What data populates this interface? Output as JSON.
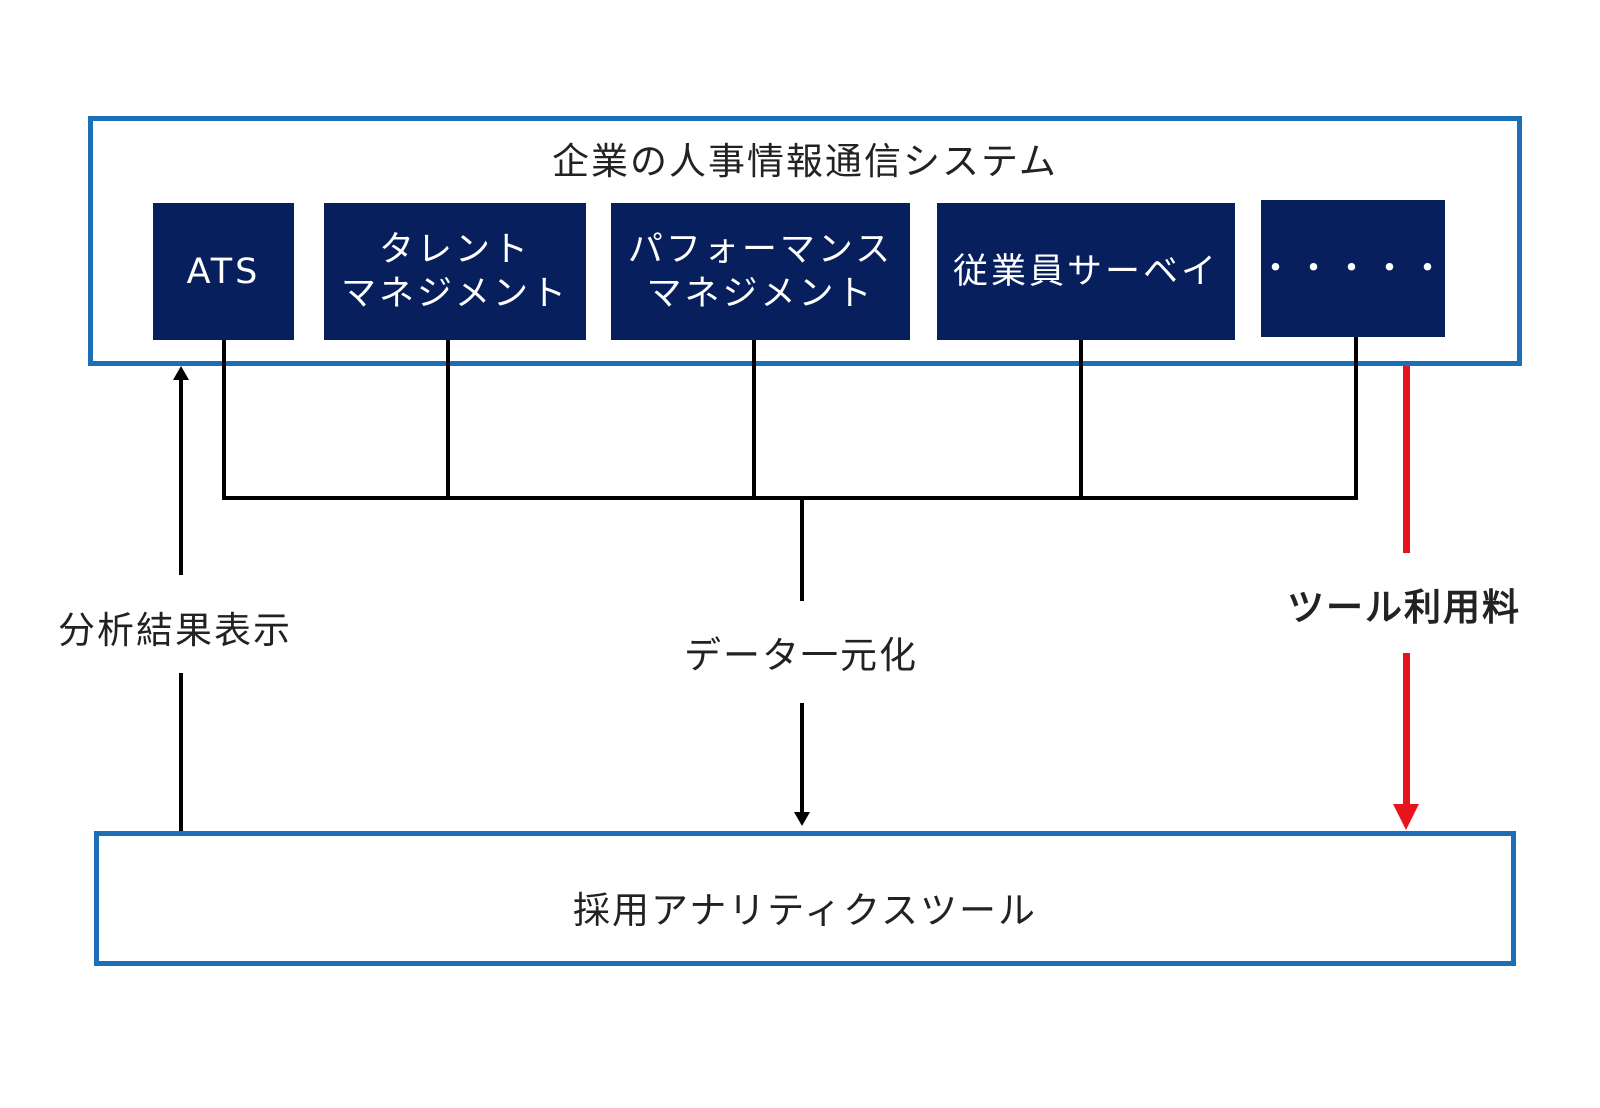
{
  "diagram": {
    "hr_system": {
      "title": "企業の人事情報通信システム",
      "modules": [
        {
          "label": "ATS"
        },
        {
          "label": "タレント\nマネジメント"
        },
        {
          "label": "パフォーマンス\nマネジメント"
        },
        {
          "label": "従業員サーベイ"
        },
        {
          "label": "・・・・・"
        }
      ]
    },
    "analytics_tool": {
      "title": "採用アナリティクスツール"
    },
    "labels": {
      "data_unification": "データ一元化",
      "analysis_display": "分析結果表示",
      "tool_fee": "ツール利用料"
    },
    "colors": {
      "frame_border": "#1b6fb7",
      "module_fill": "#071f5c",
      "module_text": "#ffffff",
      "connector": "#000000",
      "fee_arrow": "#e8141c"
    }
  }
}
